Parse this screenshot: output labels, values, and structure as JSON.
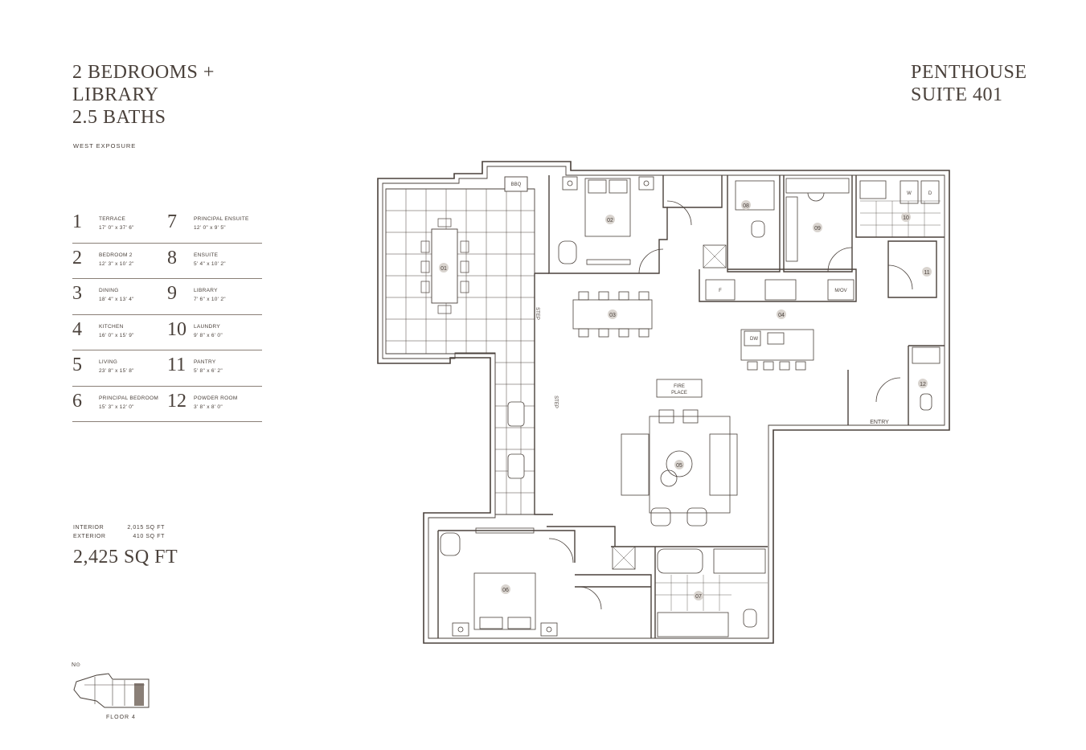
{
  "header": {
    "title_lines": [
      "2 BEDROOMS +",
      "LIBRARY",
      "2.5 BATHS"
    ],
    "suite_lines": [
      "PENTHOUSE",
      "SUITE 401"
    ],
    "exposure": "WEST EXPOSURE"
  },
  "rooms": [
    {
      "num": "1",
      "name": "TERRACE",
      "dim": "17' 0\" x 37' 6\""
    },
    {
      "num": "7",
      "name": "PRINCIPAL ENSUITE",
      "dim": "12' 0\" x 9' 5\""
    },
    {
      "num": "2",
      "name": "BEDROOM 2",
      "dim": "12' 3\" x 10' 2\""
    },
    {
      "num": "8",
      "name": "ENSUITE",
      "dim": "5' 4\" x 10' 2\""
    },
    {
      "num": "3",
      "name": "DINING",
      "dim": "18' 4\" x 13' 4\""
    },
    {
      "num": "9",
      "name": "LIBRARY",
      "dim": "7' 6\" x 10' 2\""
    },
    {
      "num": "4",
      "name": "KITCHEN",
      "dim": "16' 0\" x 15' 9\""
    },
    {
      "num": "10",
      "name": "LAUNDRY",
      "dim": "9' 8\" x 6' 0\""
    },
    {
      "num": "5",
      "name": "LIVING",
      "dim": "23' 8\" x 15' 8\""
    },
    {
      "num": "11",
      "name": "PANTRY",
      "dim": "5' 8\" x 6' 2\""
    },
    {
      "num": "6",
      "name": "PRINCIPAL BEDROOM",
      "dim": "15' 3\" x 12' 0\""
    },
    {
      "num": "12",
      "name": "POWDER ROOM",
      "dim": "3' 8\" x 8' 0\""
    }
  ],
  "area": {
    "interior_label": "INTERIOR",
    "interior_value": "2,015 SQ FT",
    "exterior_label": "EXTERIOR",
    "exterior_value": "410 SQ FT",
    "total": "2,425 SQ FT"
  },
  "keyplan": {
    "floor_label": "FLOOR 4",
    "north_label": "N"
  },
  "plan_labels": {
    "r01": "01",
    "r02": "02",
    "r03": "03",
    "r04": "04",
    "r05": "05",
    "r06": "06",
    "r07": "07",
    "r08": "08",
    "r09": "09",
    "r10": "10",
    "r11": "11",
    "r12": "12",
    "bbq": "BBQ",
    "step": "STEP",
    "fireplace_1": "FIRE",
    "fireplace_2": "PLACE",
    "fridge": "F",
    "mov": "M/OV",
    "dw": "DW",
    "washer": "W",
    "dryer": "D",
    "entry": "ENTRY"
  },
  "colors": {
    "line": "#4a413b",
    "accent": "#d9d4cf",
    "keyplan_highlight": "#8a7f77"
  }
}
